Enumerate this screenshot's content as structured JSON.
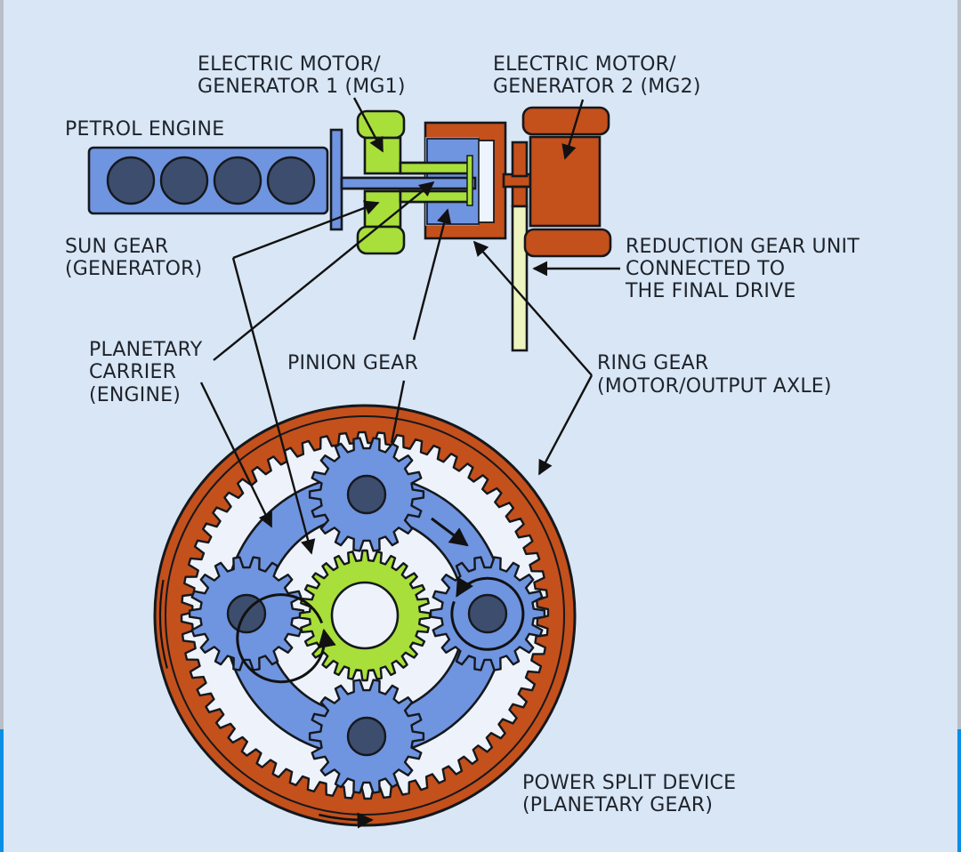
{
  "title": "Power Split Device diagram",
  "colors": {
    "background": "#d8e6f5",
    "engine_blue": "#6f94e0",
    "cylinder_dark": "#3d4d6e",
    "mg1_green": "#a8df3a",
    "mg2_orange": "#c4501c",
    "reduction_shaft": "#eef4bf",
    "outline": "#15181c",
    "frame_blue": "#0a8ee6",
    "frame_gray": "#b9bfc6"
  },
  "labels": {
    "mg1": [
      "ELECTRIC MOTOR/",
      "GENERATOR 1 (MG1)"
    ],
    "mg2": [
      "ELECTRIC MOTOR/",
      "GENERATOR 2 (MG2)"
    ],
    "petrol_engine": [
      "PETROL ENGINE"
    ],
    "sun_gear": [
      "SUN GEAR",
      "(GENERATOR)"
    ],
    "reduction_gear": [
      "REDUCTION GEAR UNIT",
      "CONNECTED TO",
      "THE FINAL DRIVE"
    ],
    "planetary_carrier": [
      "PLANETARY",
      "CARRIER",
      "(ENGINE)"
    ],
    "pinion_gear": [
      "PINION GEAR"
    ],
    "ring_gear": [
      "RING GEAR",
      "(MOTOR/OUTPUT AXLE)"
    ],
    "power_split": [
      "POWER SPLIT DEVICE",
      "(PLANETARY GEAR)"
    ]
  },
  "components": {
    "engine_cylinders": 4,
    "pinion_gears": 4,
    "ring_gear_teeth": 60,
    "pinion_teeth": 18,
    "sun_gear_teeth": 28
  }
}
